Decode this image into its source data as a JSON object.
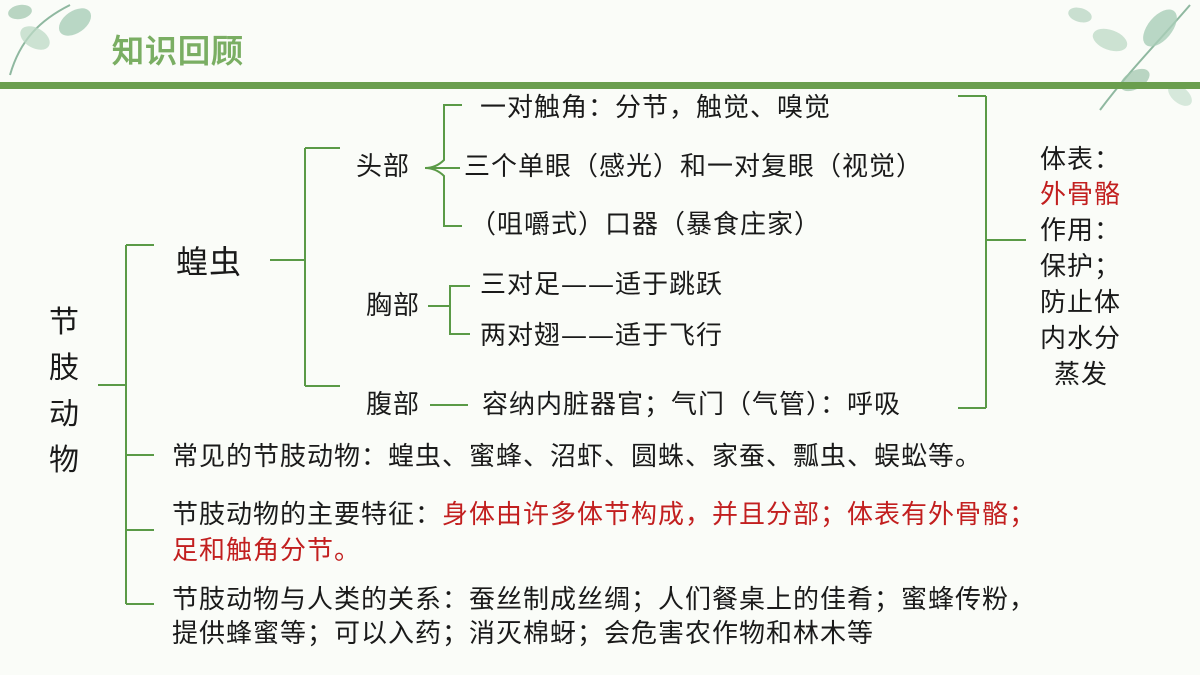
{
  "header": {
    "title": "知识回顾"
  },
  "root": [
    "节",
    "肢",
    "动",
    "物"
  ],
  "locust": {
    "label": "蝗虫",
    "head": {
      "label": "头部",
      "items": [
        "一对触角：分节，触觉、嗅觉",
        "三个单眼（感光）和一对复眼（视觉）",
        "（咀嚼式）口器（暴食庄家）"
      ]
    },
    "thorax": {
      "label": "胸部",
      "items": [
        "三对足——适于跳跃",
        "两对翅——适于飞行"
      ]
    },
    "abdomen": {
      "label": "腹部",
      "text": "容纳内脏器官；气门（气管）：呼吸"
    },
    "body_surface": {
      "label": "体表：",
      "value": "外骨骼",
      "function": [
        "作用：",
        "保护；",
        "防止体",
        "内水分",
        "蒸发"
      ]
    }
  },
  "common": "常见的节肢动物：蝗虫、蜜蜂、沼虾、圆蛛、家蚕、瓢虫、蜈蚣等。",
  "features": {
    "label": "节肢动物的主要特征：",
    "text_line1": "身体由许多体节构成，并且分部；体表有外骨骼；",
    "text_line2": "足和触角分节。"
  },
  "relation": {
    "line1": "节肢动物与人类的关系：蚕丝制成丝绸；人们餐桌上的佳肴；蜜蜂传粉，",
    "line2": "提供蜂蜜等；可以入药；消灭棉蚜；会危害农作物和林木等"
  },
  "colors": {
    "accent": "#6a9e4e",
    "title": "#7aae63",
    "highlight": "#c21f1f",
    "line": "#5a9a47"
  }
}
